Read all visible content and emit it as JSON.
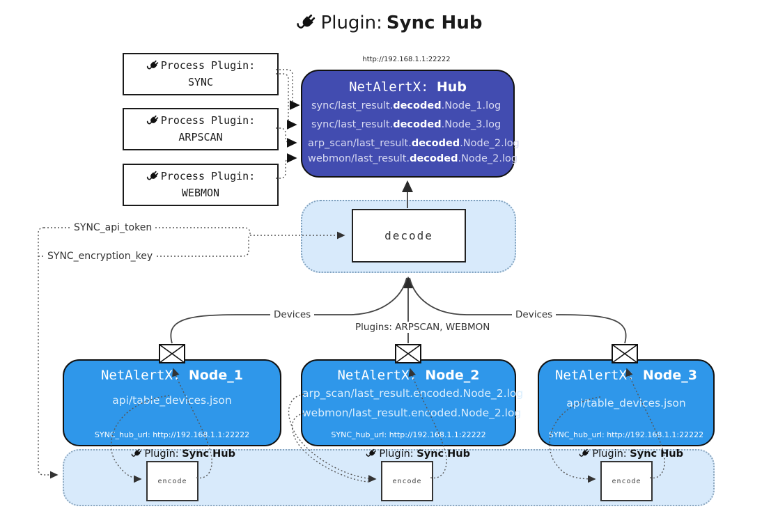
{
  "title": {
    "prefix": "Plugin: ",
    "bold": "Sync Hub"
  },
  "process_plugins": [
    {
      "label": "Process Plugin:",
      "name": "SYNC"
    },
    {
      "label": "Process Plugin:",
      "name": "ARPSCAN"
    },
    {
      "label": "Process Plugin:",
      "name": "WEBMON"
    }
  ],
  "hub": {
    "url": "http://192.168.1.1:22222",
    "title_prefix": "NetAlertX: ",
    "title_bold": "Hub",
    "lines": [
      {
        "pre": "sync/last_result.",
        "bold": "decoded",
        "post": ".Node_1.log"
      },
      {
        "pre": "sync/last_result.",
        "bold": "decoded",
        "post": ".Node_3.log"
      },
      {
        "pre": "arp_scan/last_result.",
        "bold": "decoded",
        "post": ".Node_2.log"
      },
      {
        "pre": "webmon/last_result.",
        "bold": "decoded",
        "post": ".Node_2.log"
      }
    ]
  },
  "decode": {
    "label": "decode"
  },
  "keys": {
    "api_token": "SYNC_api_token",
    "encryption_key": "SYNC_encryption_key"
  },
  "edges": {
    "devices_left": "Devices",
    "devices_right": "Devices",
    "plugins_mid": "Plugins: ARPSCAN, WEBMON"
  },
  "nodes": [
    {
      "title_prefix": "NetAlertX: ",
      "title_bold": "Node_1",
      "lines": [
        "api/table_devices.json"
      ],
      "footer": "SYNC_hub_url: http://192.168.1.1:22222"
    },
    {
      "title_prefix": "NetAlertX: ",
      "title_bold": "Node_2",
      "lines": [
        "arp_scan/last_result.encoded.Node_2.log",
        "webmon/last_result.encoded.Node_2.log"
      ],
      "footer": "SYNC_hub_url: http://192.168.1.1:22222"
    },
    {
      "title_prefix": "NetAlertX: ",
      "title_bold": "Node_3",
      "lines": [
        "api/table_devices.json"
      ],
      "footer": "SYNC_hub_url: http://192.168.1.1:22222"
    }
  ],
  "encode": {
    "label": "encode",
    "plugin_prefix": "Plugin: ",
    "plugin_bold": "Sync Hub"
  },
  "colors": {
    "hub_bg": "#424cb0",
    "node_bg": "#2f97ea",
    "container_bg": "#d8eafb",
    "hub_line_text": "#d8daf2",
    "node_line_text": "#daeefd"
  }
}
